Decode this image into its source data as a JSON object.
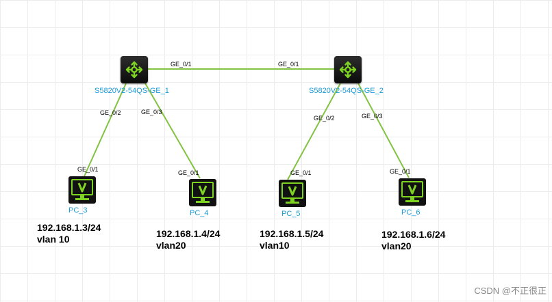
{
  "colors": {
    "link": "#82c341",
    "label": "#1a9ad6",
    "icon_bg": "#111111",
    "icon_fg": "#7ed321"
  },
  "switches": [
    {
      "name": "S5820V2-54QS-GE_1",
      "icon": "switch-icon"
    },
    {
      "name": "S5820V2-54QS-GE_2",
      "icon": "switch-icon"
    }
  ],
  "pcs": [
    {
      "name": "PC_3",
      "ip": "192.168.1.3/24",
      "vlan": "vlan 10",
      "icon": "pc-monitor-icon"
    },
    {
      "name": "PC_4",
      "ip": "192.168.1.4/24",
      "vlan": "vlan20",
      "icon": "pc-monitor-icon"
    },
    {
      "name": "PC_5",
      "ip": "192.168.1.5/24",
      "vlan": "vlan10",
      "icon": "pc-monitor-icon"
    },
    {
      "name": "PC_6",
      "ip": "192.168.1.6/24",
      "vlan": "vlan20",
      "icon": "pc-monitor-icon"
    }
  ],
  "links": [
    {
      "from": "S5820V2-54QS-GE_1",
      "from_port": "GE_0/1",
      "to": "S5820V2-54QS-GE_2",
      "to_port": "GE_0/1"
    },
    {
      "from": "S5820V2-54QS-GE_1",
      "from_port": "GE_0/2",
      "to": "PC_3",
      "to_port": "GE_0/1"
    },
    {
      "from": "S5820V2-54QS-GE_1",
      "from_port": "GE_0/3",
      "to": "PC_4",
      "to_port": "GE_0/1"
    },
    {
      "from": "S5820V2-54QS-GE_2",
      "from_port": "GE_0/2",
      "to": "PC_5",
      "to_port": "GE_0/1"
    },
    {
      "from": "S5820V2-54QS-GE_2",
      "from_port": "GE_0/3",
      "to": "PC_6",
      "to_port": "GE_0/1"
    }
  ],
  "watermark": "CSDN @不正很正"
}
